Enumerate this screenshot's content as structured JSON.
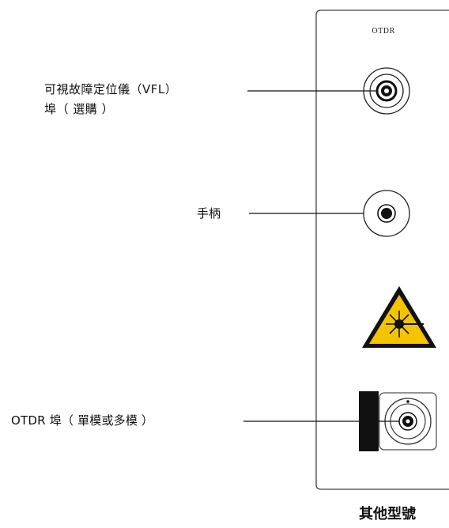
{
  "panel": {
    "title": "OTDR"
  },
  "callouts": {
    "vfl_line1": "可視故障定位儀（VFL）",
    "vfl_line2": "埠（ 選購 ）",
    "handle": "手柄",
    "otdr_port": "OTDR 埠（ 單模或多模 ）"
  },
  "caption": "其他型號",
  "colors": {
    "panel_stroke": "#444444",
    "warning_yellow": "#f5c400",
    "port_block": "#111111"
  },
  "icons": {
    "warning": "laser-warning-icon"
  }
}
